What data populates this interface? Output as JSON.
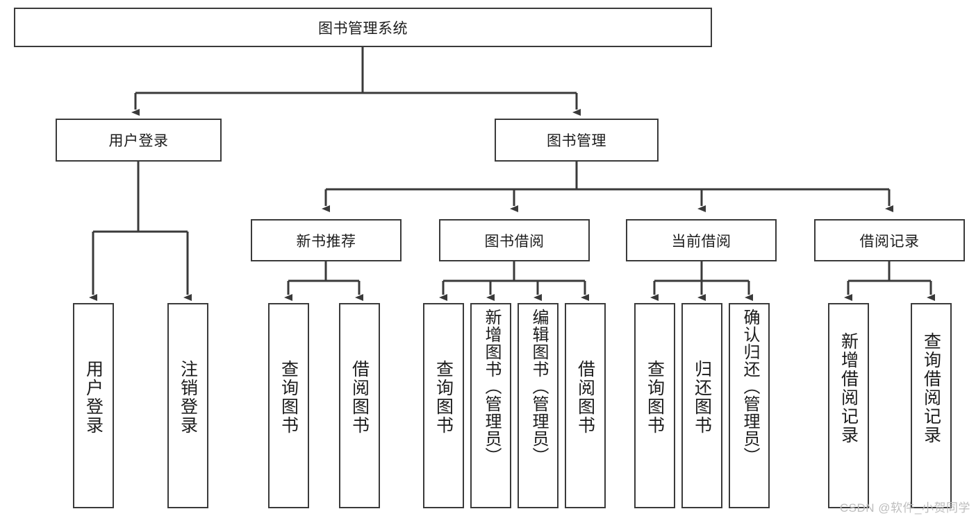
{
  "diagram": {
    "title": "图书管理系统",
    "watermark": "CSDN @软件_小贺同学",
    "line_color": "#3a3a3a",
    "box_border_color": "#3a3a3a",
    "box_fill_color": "#ffffff",
    "text_color": "#1c1c1c"
  },
  "root": {
    "label": "图书管理系统"
  },
  "level2": [
    {
      "label": "用户登录"
    },
    {
      "label": "图书管理"
    }
  ],
  "level3": [
    {
      "label": "新书推荐"
    },
    {
      "label": "图书借阅"
    },
    {
      "label": "当前借阅"
    },
    {
      "label": "借阅记录"
    }
  ],
  "leaves": {
    "user_login": [
      {
        "label": "用户登录"
      },
      {
        "label": "注销登录"
      }
    ],
    "new_book_recommend": [
      {
        "label": "查询图书"
      },
      {
        "label": "借阅图书"
      }
    ],
    "book_borrow": [
      {
        "label": "查询图书"
      },
      {
        "label": "新增图书（管理员）"
      },
      {
        "label": "编辑图书（管理员）"
      },
      {
        "label": "借阅图书"
      }
    ],
    "current_borrow": [
      {
        "label": "查询图书"
      },
      {
        "label": "归还图书"
      },
      {
        "label": "确认归还（管理员）"
      }
    ],
    "borrow_record": [
      {
        "label": "新增借阅记录"
      },
      {
        "label": "查询借阅记录"
      }
    ]
  }
}
